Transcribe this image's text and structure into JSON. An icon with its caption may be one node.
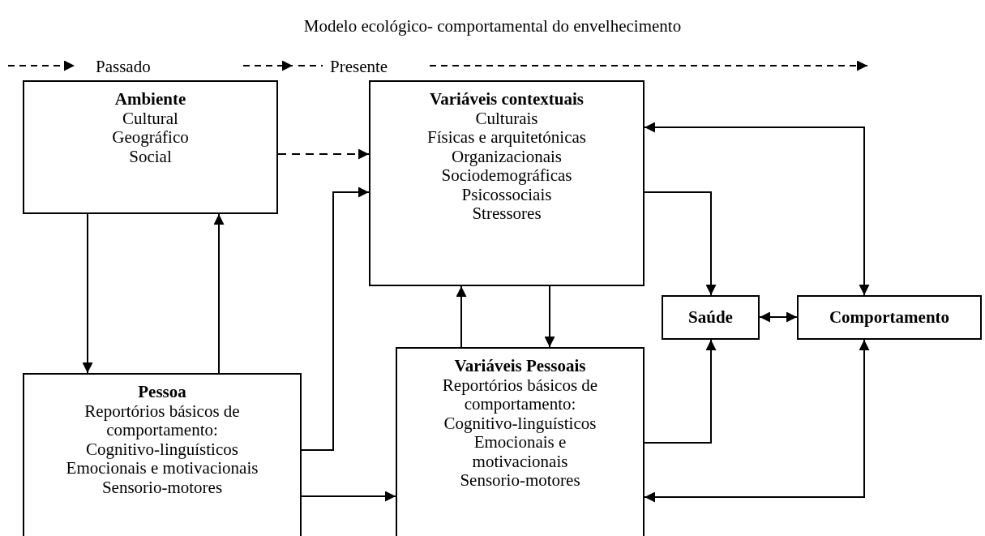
{
  "diagram": {
    "title": "Modelo ecológico- comportamental do envelhecimento",
    "nodes": [
      {
        "text": [
          "Ambiente",
          "Cultural",
          "Geográfico",
          "Social"
        ]
      },
      {
        "text": [
          "Variáveis contextuais",
          "Culturais",
          "Físicas e arquitetónicas",
          "Organizacionais",
          "Sociodemográficas",
          "Psicossociais",
          "Stressores"
        ]
      },
      {
        "text": [
          "Saúde"
        ]
      },
      {
        "text": [
          "Comportamento"
        ]
      },
      {
        "text": [
          "Pessoa",
          "Reportórios básicos de comportamento:",
          "Cognitivo-linguísticos",
          "Emocionais e motivacionais",
          "Sensorio-motores"
        ]
      },
      {
        "text": [
          "Variáveis Pessoais",
          "Reportórios básicos de comportamento:",
          "Cognitivo-linguísticos",
          "Emocionais e motivacionais",
          "Sensorio-motores"
        ]
      }
    ],
    "edges": [
      {
        "from": 0,
        "to": 1,
        "arrow": "to",
        "style": "dashed"
      },
      {
        "from": 0,
        "to": 4,
        "arrow": "to"
      },
      {
        "from": 4,
        "to": 0,
        "arrow": "to"
      },
      {
        "from": 4,
        "to": 1,
        "arrow": "to"
      },
      {
        "from": 4,
        "to": 5,
        "arrow": "to"
      },
      {
        "from": 5,
        "to": 1,
        "arrow": "to"
      },
      {
        "from": 1,
        "to": 5,
        "arrow": "to"
      },
      {
        "from": 1,
        "to": 2,
        "arrow": "to"
      },
      {
        "from": 5,
        "to": 2,
        "arrow": "to"
      },
      {
        "from": 2,
        "to": 3,
        "arrow": "both"
      },
      {
        "from": 3,
        "to": 1,
        "arrow": "both"
      },
      {
        "from": 3,
        "to": 5,
        "arrow": "both"
      }
    ],
    "labels": [
      "Passado",
      "Presente"
    ]
  }
}
